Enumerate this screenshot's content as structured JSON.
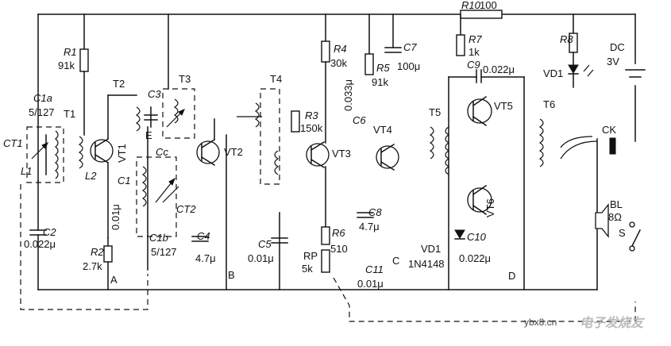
{
  "components": {
    "r1": "R1",
    "r1_val": "91k",
    "c1a": "C1a",
    "c1a_val": "5/127",
    "t1": "T1",
    "ct1": "CT1",
    "l1": "L1",
    "l2": "L2",
    "t2": "T2",
    "t3": "T3",
    "c3": "C3",
    "e_label": "E",
    "cc": "Cc",
    "vt1": "VT1",
    "c1": "C1",
    "c1_val": "0.01μ",
    "c2": "C2",
    "c2_val": "0.022μ",
    "r2": "R2",
    "r2_val": "2.7k",
    "c1b": "C1b",
    "c1b_val": "5/127",
    "ct2": "CT2",
    "c4": "C4",
    "c4_val": "4.7μ",
    "vt2": "VT2",
    "t4": "T4",
    "r4": "R4",
    "r4_val": "30k",
    "r3": "R3",
    "r3_val": "150k",
    "c6": "C6",
    "c6_val": "0.033μ",
    "vt3": "VT3",
    "c5": "C5",
    "c5_val": "0.01μ",
    "r6": "R6",
    "r6_val": "510",
    "rp": "RP",
    "rp_val": "5k",
    "r5": "R5",
    "r5_val": "91k",
    "c7": "C7",
    "c7_val": "100μ",
    "vt4": "VT4",
    "c8": "C8",
    "c8_val": "4.7μ",
    "c11": "C11",
    "c11_val": "0.01μ",
    "r10": "R10",
    "r10_val": "100",
    "r7": "R7",
    "r7_val": "1k",
    "c9": "C9",
    "c9_val": "0.022μ",
    "t5": "T5",
    "vt5": "VT5",
    "vt6": "VT6",
    "c10": "C10",
    "c10_val": "0.022μ",
    "vd1_label": "VD1",
    "vd1_part": "1N4148",
    "r8": "R8",
    "vd1_led": "VD1",
    "dc": "DC",
    "dc_val": "3V",
    "t6": "T6",
    "ck": "CK",
    "bl": "BL",
    "bl_val": "8Ω",
    "s": "S"
  },
  "test_points": {
    "a": "A",
    "b": "B",
    "c": "C",
    "d": "D"
  },
  "watermark": {
    "site": "ybx8.cn",
    "brand": "电子发烧友"
  }
}
